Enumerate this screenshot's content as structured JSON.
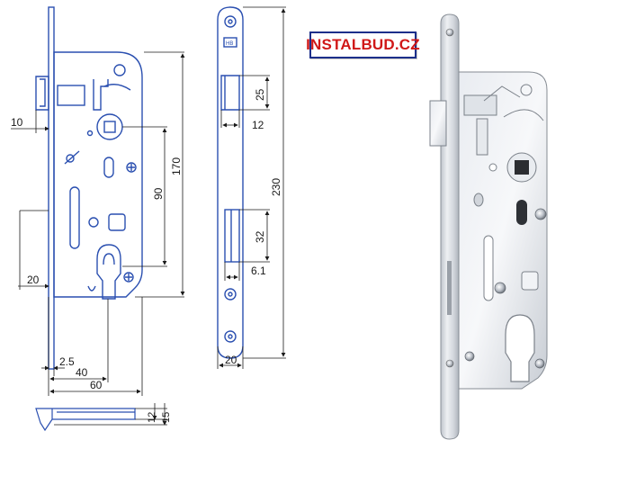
{
  "brand": {
    "text": "INSTALBUD.CZ",
    "text_color": "#d01818",
    "border_color": "#1c2f8a"
  },
  "colors": {
    "drawing_line": "#2a4fb0",
    "dimension_line": "#1a1a1a",
    "plate_metal": "#d9dde3"
  },
  "dimensions": {
    "backset_latch": "10",
    "h25": "25",
    "w12": "12",
    "h170": "170",
    "h90": "90",
    "h230": "230",
    "h32": "32",
    "w6_1": "6.1",
    "w20_left": "20",
    "w2_5": "2.5",
    "w40": "40",
    "w60": "60",
    "w20_plate": "20",
    "v12": "12",
    "v15": "15"
  },
  "plate_mark": "HB"
}
